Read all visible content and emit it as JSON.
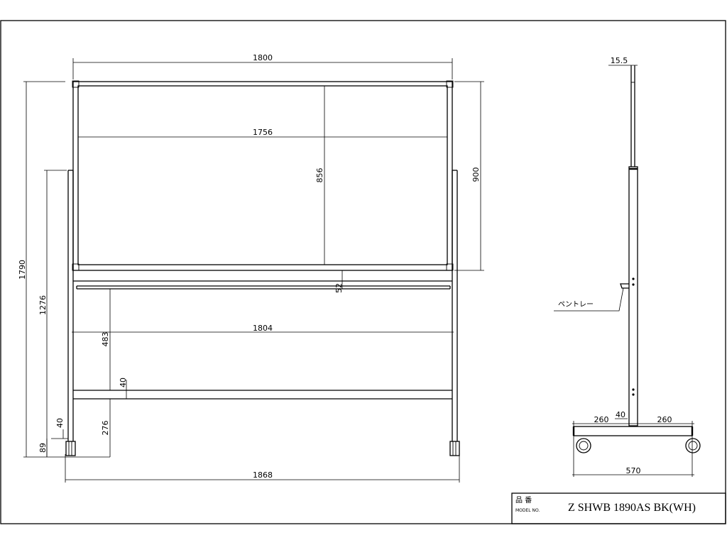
{
  "drawing": {
    "front_view": {
      "board_width": "1800",
      "board_inner_width": "1756",
      "board_height": "900",
      "board_inner_height": "856",
      "tray_gap": "52",
      "frame_width": "1804",
      "frame_upper_span": "483",
      "crossbar_height": "40",
      "crossbar_floor": "276",
      "overall_height": "1790",
      "post_height": "1276",
      "foot_height": "40",
      "caster_height": "89",
      "overall_width": "1868"
    },
    "side_view": {
      "pole_width": "15.5",
      "pen_tray_label": "ペントレー",
      "base_left": "260",
      "base_center": "40",
      "base_right": "260",
      "base_total": "570"
    },
    "title_block": {
      "label_jp": "品 番",
      "label_en": "MODEL NO.",
      "model_number": "Z SHWB 1890AS BK(WH)"
    }
  }
}
